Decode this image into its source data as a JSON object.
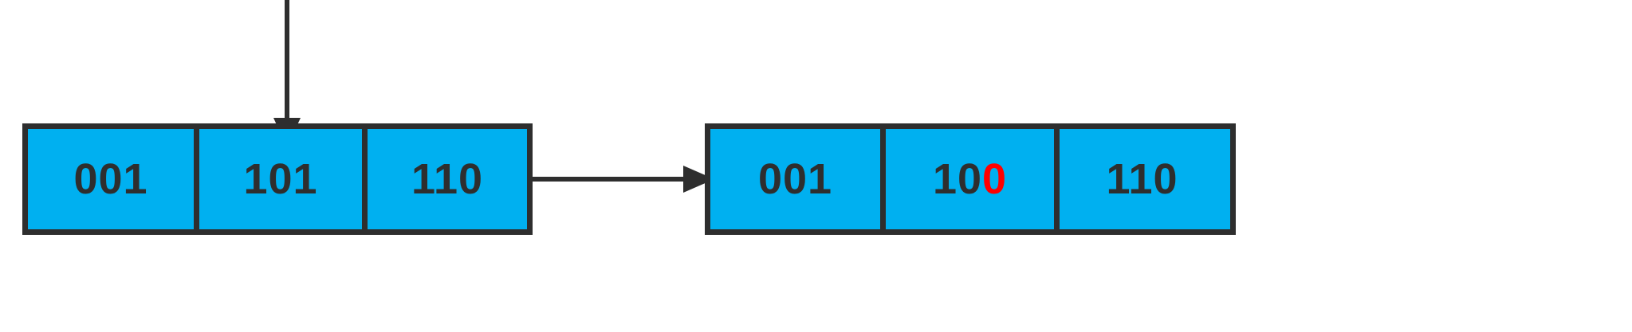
{
  "diagram": {
    "title": "binary-array-bit-flip",
    "background_color": "#ffffff",
    "cell_fill_color": "#00b0f0",
    "border_color": "#2e2e2e",
    "text_color": "#2e2e2e",
    "highlight_color": "#ff0000",
    "arrays": [
      {
        "name": "source-array",
        "cells": [
          {
            "value": "001"
          },
          {
            "value": "101"
          },
          {
            "value": "110"
          }
        ]
      },
      {
        "name": "result-array",
        "cells": [
          {
            "value": "001"
          },
          {
            "prefix": "10",
            "highlight": "0"
          },
          {
            "value": "110"
          }
        ]
      }
    ],
    "arrows": [
      {
        "name": "insert-pointer-arrow",
        "direction": "down",
        "targets": "source-array-cell-2"
      },
      {
        "name": "transform-arrow",
        "direction": "right",
        "targets": "result-array"
      }
    ]
  }
}
